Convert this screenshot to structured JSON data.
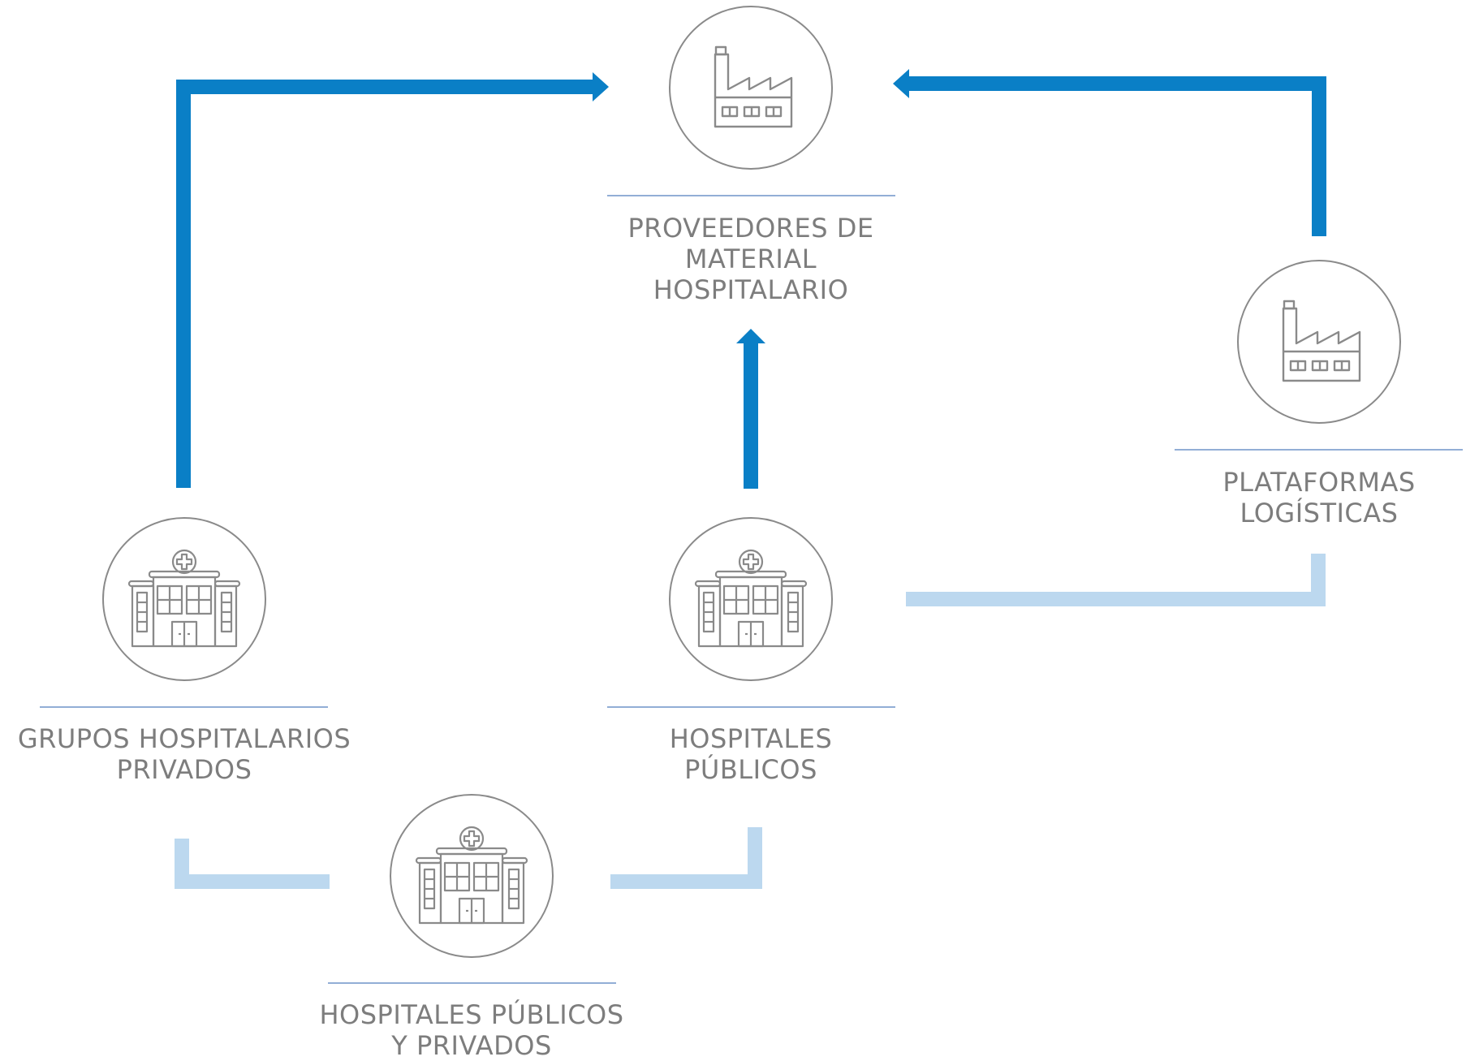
{
  "colors": {
    "strong_flow": "#0a7fc6",
    "light_flow": "#bcd8ef",
    "circle_stroke": "#8a8a8a",
    "icon_stroke": "#8a8a8a",
    "separator": "#6f93c9",
    "label_text": "#7d7d7d"
  },
  "nodes": {
    "proveedores": {
      "icon": "factory-icon",
      "label_lines": [
        "PROVEEDORES DE",
        "MATERIAL",
        "HOSPITALARIO"
      ]
    },
    "plataformas": {
      "icon": "factory-icon",
      "label_lines": [
        "PLATAFORMAS",
        "LOGÍSTICAS"
      ]
    },
    "grupos": {
      "icon": "hospital-icon",
      "label_lines": [
        "GRUPOS HOSPITALARIOS",
        "PRIVADOS"
      ]
    },
    "hospitales_publicos": {
      "icon": "hospital-icon",
      "label_lines": [
        "HOSPITALES",
        "PÚBLICOS"
      ]
    },
    "hospitales_mixtos": {
      "icon": "hospital-icon",
      "label_lines": [
        "HOSPITALES PÚBLICOS",
        "Y PRIVADOS"
      ]
    }
  }
}
